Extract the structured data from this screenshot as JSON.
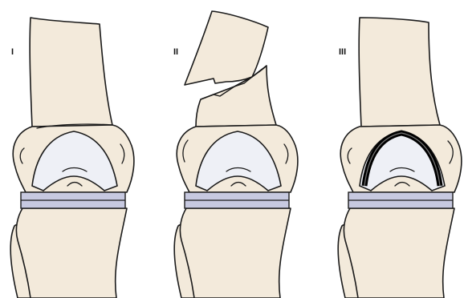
{
  "panels": [
    {
      "label": "I"
    },
    {
      "label": "II"
    },
    {
      "label": "III"
    }
  ],
  "colors": {
    "bone": "#f3eadb",
    "component": "#eef0f6",
    "insert": "#c7c9e0",
    "cement": "#000000",
    "outline": "#1a1a1a"
  }
}
